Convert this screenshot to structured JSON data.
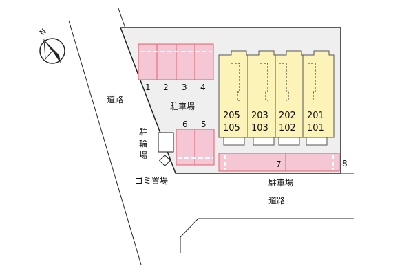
{
  "compass": {
    "label": "N",
    "icon": "north-arrow-compass-icon"
  },
  "roads": {
    "left": "道路",
    "bottom": "道路"
  },
  "parking": {
    "label_top": "駐車場",
    "label_bottom": "駐車場",
    "spaces_top": [
      "1",
      "2",
      "3",
      "4"
    ],
    "spaces_mid": [
      "6",
      "5"
    ],
    "space_long": "7",
    "space_end": "8"
  },
  "bicycle_parking": {
    "label": [
      "駐",
      "輪",
      "場"
    ]
  },
  "garbage": {
    "label": "ゴミ置場"
  },
  "building": {
    "units": [
      {
        "upper": "205",
        "lower": "105"
      },
      {
        "upper": "203",
        "lower": "103"
      },
      {
        "upper": "202",
        "lower": "102"
      },
      {
        "upper": "201",
        "lower": "101"
      }
    ]
  },
  "colors": {
    "site": "#efefef",
    "parking_fill": "#f5c6d3",
    "parking_stroke": "#e06070",
    "building_fill": "#fbf3b8"
  }
}
